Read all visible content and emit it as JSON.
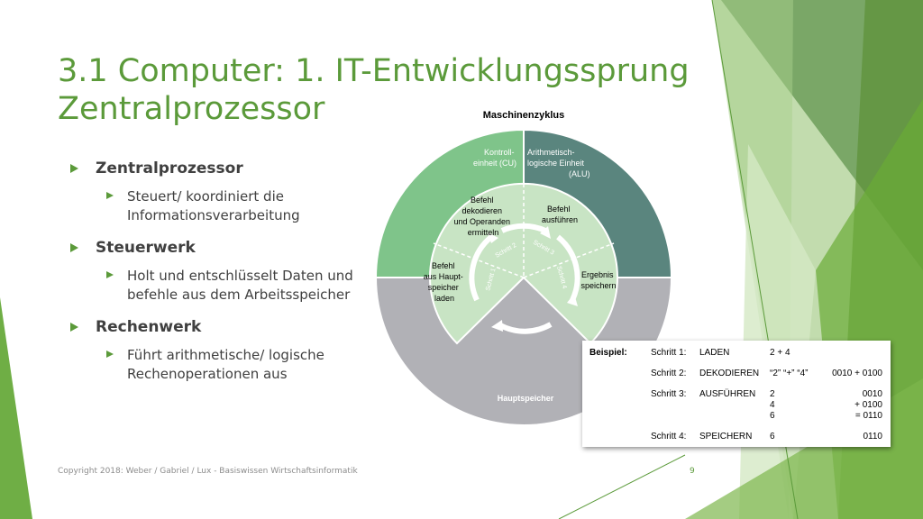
{
  "slide": {
    "title_line1": "3.1 Computer: 1. IT-Entwicklungssprung",
    "title_line2": "Zentralprozessor",
    "bullets": [
      {
        "heading": "Zentralprozessor",
        "sub": [
          "Steuert/ koordiniert die",
          "Informationsverarbeitung"
        ]
      },
      {
        "heading": "Steuerwerk",
        "sub": [
          "Holt und entschlüsselt Daten und",
          "befehle aus dem Arbeitsspeicher"
        ]
      },
      {
        "heading": "Rechenwerk",
        "sub": [
          "Führt arithmetische/ logische",
          "Rechenoperationen aus"
        ]
      }
    ],
    "footer": "Copyright 2018: Weber / Gabriel / Lux - Basiswissen Wirtschaftsinformatik",
    "page_number": "9"
  },
  "diagram": {
    "title": "Maschinenzyklus",
    "cu": [
      "Kontroll-",
      "einheit (CU)"
    ],
    "alu": [
      "Arithmetisch-",
      "logische Einheit",
      "(ALU)"
    ],
    "memory": "Hauptspeicher",
    "steps": {
      "decode": [
        "Befehl",
        "dekodieren",
        "und Operanden",
        "ermitteln"
      ],
      "execute": [
        "Befehl",
        "ausführen"
      ],
      "fetch": [
        "Befehl",
        "aus Haupt-",
        "speicher",
        "laden"
      ],
      "store": [
        "Ergebnis",
        "speichern"
      ]
    },
    "cycle_labels": [
      "Schritt 1",
      "Schritt 2",
      "Schritt 3",
      "Schritt 4"
    ],
    "colors": {
      "cu": "#7fc48a",
      "alu": "#5a857e",
      "inner": "#c8e4c4",
      "memory": "#b1b1b6",
      "accent": "#5b9a3a"
    }
  },
  "example": {
    "label": "Beispiel:",
    "rows": [
      {
        "step": "Schritt 1:",
        "action": "LADEN",
        "value": [
          "2 + 4"
        ],
        "binary": []
      },
      {
        "step": "Schritt 2:",
        "action": "DEKODIEREN",
        "value": [
          "“2” “+” “4”"
        ],
        "binary": [
          "0010 + 0100"
        ]
      },
      {
        "step": "Schritt 3:",
        "action": "AUSFÜHREN",
        "value": [
          "2",
          "4",
          "6"
        ],
        "binary": [
          "0010",
          "+ 0100",
          "= 0110"
        ]
      },
      {
        "step": "Schritt 4:",
        "action": "SPEICHERN",
        "value": [
          "6"
        ],
        "binary": [
          "0110"
        ]
      }
    ]
  }
}
